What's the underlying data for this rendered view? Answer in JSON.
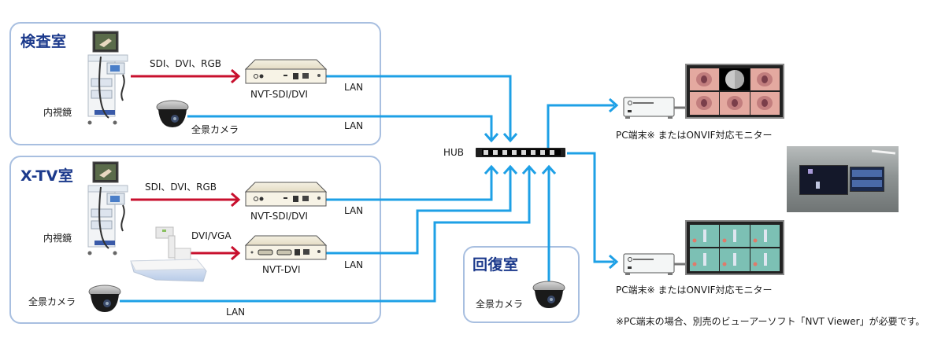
{
  "rooms": {
    "exam": {
      "title": "検査室"
    },
    "xtv": {
      "title": "X-TV室"
    },
    "recovery": {
      "title": "回復室"
    }
  },
  "devices": {
    "endoscope_label": "内視鏡",
    "camera_label": "全景カメラ",
    "encoder_sdi_label": "NVT-SDI/DVI",
    "encoder_dvi_label": "NVT-DVI",
    "hub_label": "HUB",
    "pc_monitor_label": "PC端末※ またはONVIF対応モニター"
  },
  "connections": {
    "sdi_dvi_rgb": "SDI、DVI、RGB",
    "dvi_vga": "DVI/VGA",
    "lan": "LAN"
  },
  "footnote": "※PC端末の場合、別売のビューアーソフト「NVT Viewer」が必要です。",
  "colors": {
    "lan_line": "#1ea0e6",
    "video_line": "#c8102e",
    "room_border": "#a8bfe0",
    "room_title": "#1c3a8c"
  }
}
